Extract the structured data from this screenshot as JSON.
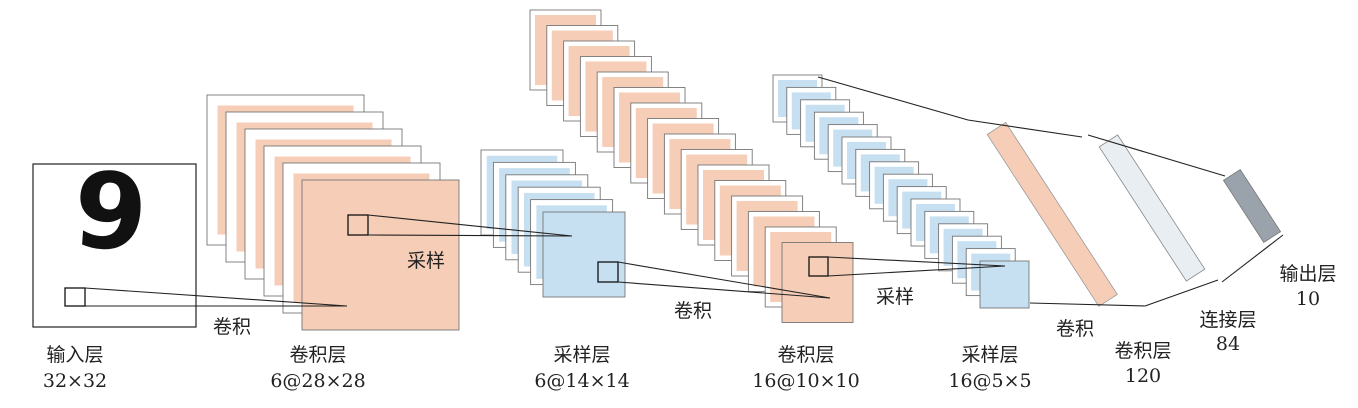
{
  "layers": [
    {
      "id": "input",
      "name": "输入层",
      "size": "32×32"
    },
    {
      "id": "c1",
      "name": "卷积层",
      "size": "6@28×28"
    },
    {
      "id": "s2",
      "name": "采样层",
      "size": "6@14×14"
    },
    {
      "id": "c3",
      "name": "卷积层",
      "size": "16@10×10"
    },
    {
      "id": "s4",
      "name": "采样层",
      "size": "16@5×5"
    },
    {
      "id": "c5",
      "name": "卷积层",
      "size": "120"
    },
    {
      "id": "f6",
      "name": "连接层",
      "size": "84"
    },
    {
      "id": "out",
      "name": "输出层",
      "size": "10"
    }
  ],
  "operations": [
    {
      "id": "op1",
      "label": "卷积"
    },
    {
      "id": "op2",
      "label": "采样"
    },
    {
      "id": "op3",
      "label": "卷积"
    },
    {
      "id": "op4",
      "label": "采样"
    },
    {
      "id": "op5",
      "label": "卷积"
    }
  ],
  "input_image": {
    "digit": "9"
  },
  "colors": {
    "conv": "#f6cdb6",
    "pool": "#c6dff1",
    "fc": "#e9eef2",
    "output": "#9aa3ab",
    "white": "#ffffff",
    "line": "#222222"
  }
}
